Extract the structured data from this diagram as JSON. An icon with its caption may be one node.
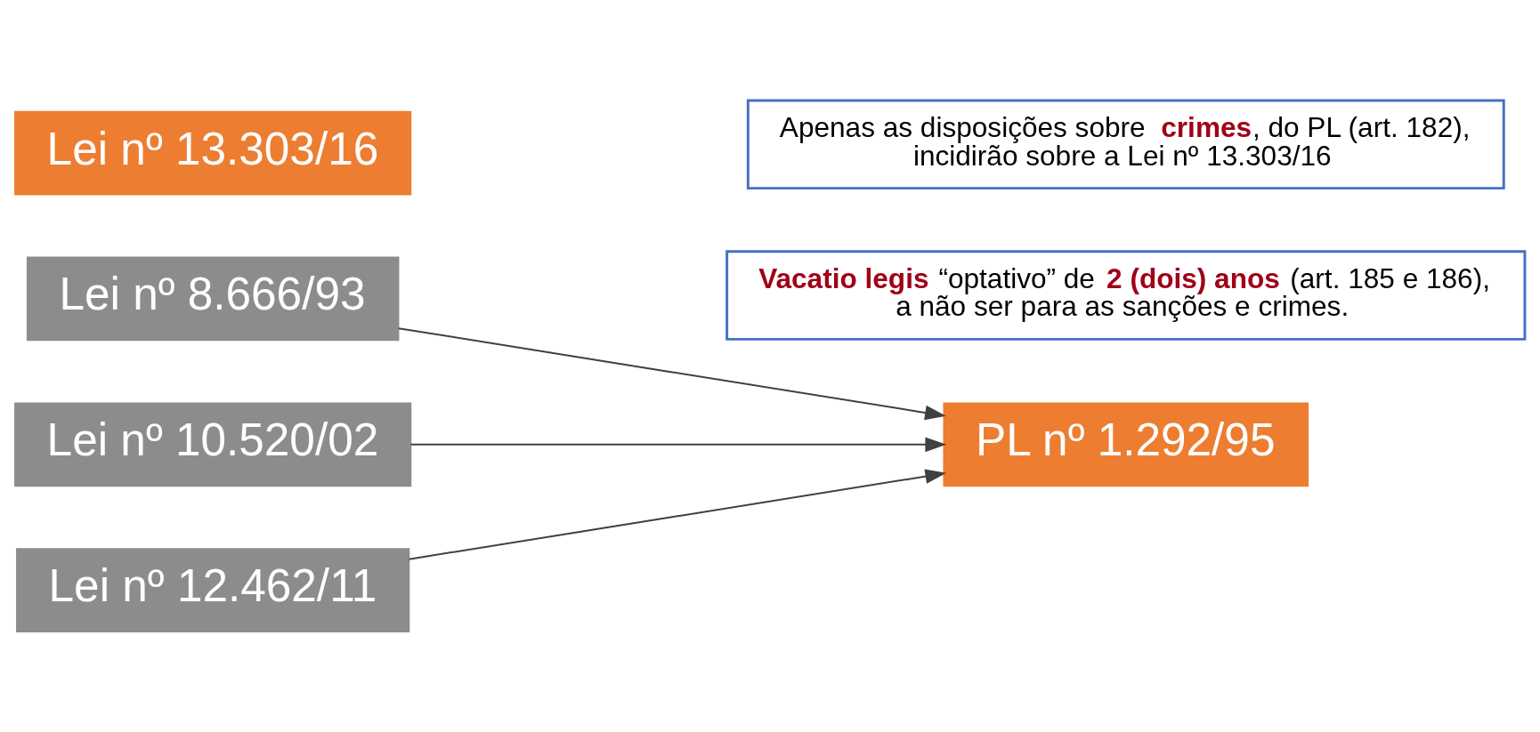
{
  "diagram": {
    "nodes": [
      {
        "text": [
          "Lei nº 8.666/93"
        ]
      },
      {
        "text": [
          "Lei nº 10.520/02"
        ]
      },
      {
        "text": [
          "Lei nº 12.462/11"
        ]
      },
      {
        "text": [
          "PL nº 1.292/95"
        ]
      },
      {
        "text": [
          "Lei nº 13.303/16"
        ]
      },
      {
        "text": [
          "**Vacatio legis** “optativo” de **2 (dois) anos** (art. 185 e 186), a não ser para as sanções e crimes."
        ]
      },
      {
        "text": [
          "Apenas as disposições sobre **crimes**, do PL (art. 182), incidirão sobre a Lei nº 13.303/16"
        ]
      }
    ],
    "edges": [
      {
        "from": 0,
        "to": 3,
        "arrow": "to"
      },
      {
        "from": 1,
        "to": 3,
        "arrow": "to"
      },
      {
        "from": 2,
        "to": 3,
        "arrow": "to"
      }
    ]
  }
}
